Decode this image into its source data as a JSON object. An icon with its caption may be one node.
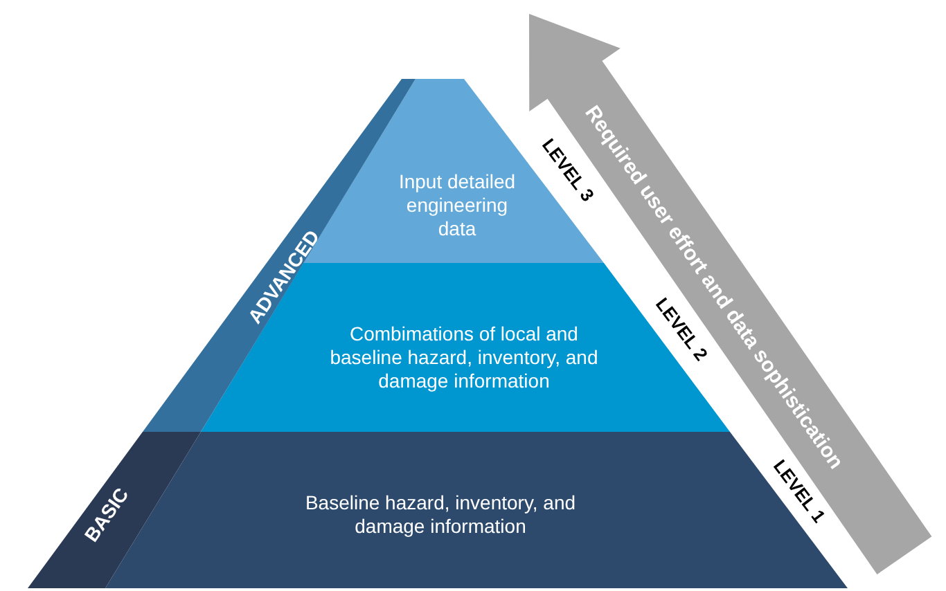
{
  "diagram": {
    "nodes": [
      {
        "text": [
          "Input detailed engineering data"
        ],
        "beside": [
          "LEVEL 3"
        ]
      },
      {
        "text": [
          "Combimations of local and baseline hazard, inventory, and damage information"
        ],
        "beside": [
          "LEVEL 2"
        ]
      },
      {
        "text": [
          "Baseline hazard, inventory, and damage information"
        ],
        "beside": [
          "LEVEL 1"
        ]
      },
      {
        "text": [
          "ADVANCED"
        ]
      },
      {
        "text": [
          "BASIC"
        ]
      }
    ],
    "labels": [
      "Required user effort and data sophistication"
    ]
  }
}
